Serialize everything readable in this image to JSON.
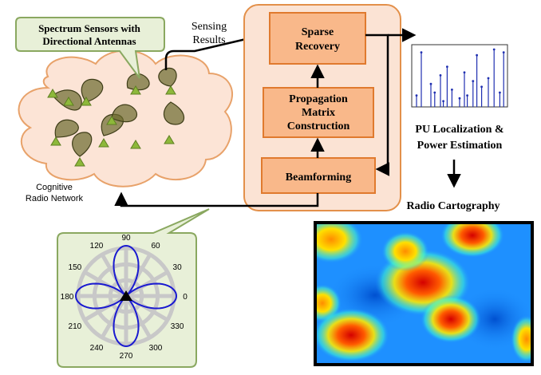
{
  "callout": {
    "line1": "Spectrum Sensors with",
    "line2": "Directional Antennas"
  },
  "network_label": {
    "line1": "Cognitive",
    "line2": "Radio Network"
  },
  "sensing": {
    "line1": "Sensing",
    "line2": "Results"
  },
  "boxes": {
    "sparse": {
      "line1": "Sparse",
      "line2": "Recovery"
    },
    "propagation": {
      "line1": "Propagation",
      "line2": "Matrix",
      "line3": "Construction"
    },
    "beamforming": {
      "label": "Beamforming"
    }
  },
  "pu_label": {
    "line1": "PU Localization &",
    "line2": "Power Estimation"
  },
  "cartography_label": "Radio Cartography",
  "polar": {
    "angles": [
      "90",
      "60",
      "30",
      "0",
      "330",
      "300",
      "270",
      "240",
      "210",
      "180",
      "150",
      "120"
    ]
  },
  "colors": {
    "cloud_fill": "#fce4d6",
    "cloud_stroke": "#e8a26a",
    "panel_fill": "#fbe3d4",
    "panel_stroke": "#e3904a",
    "box_fill": "#f9b88a",
    "box_stroke": "#e07a2e",
    "callout_fill": "#e8f0d8",
    "callout_stroke": "#8aa860",
    "sensor": "#8db83a",
    "lobe": "#6b6a2e",
    "stem": "#1f2fb0",
    "heat_background": "#1e90ff"
  }
}
